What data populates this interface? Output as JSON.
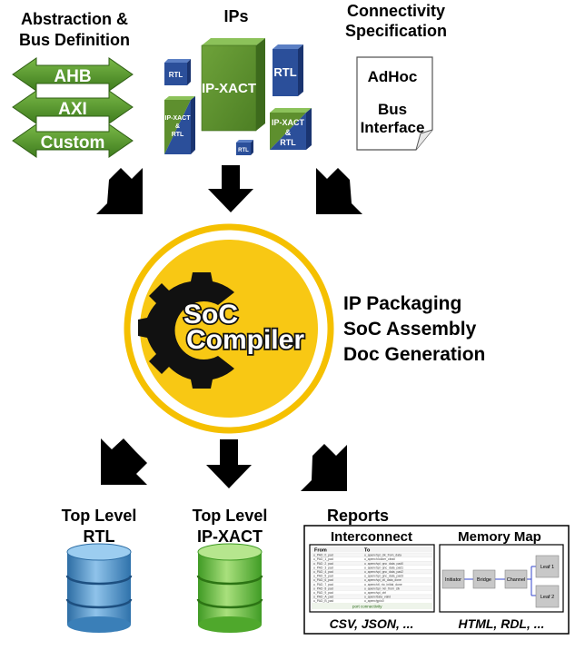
{
  "inputs": {
    "abstraction": {
      "title_line1": "Abstraction &",
      "title_line2": "Bus Definition",
      "buses": [
        "AHB",
        "AXI",
        "Custom"
      ]
    },
    "ips": {
      "title": "IPs",
      "main_block": "IP-XACT",
      "rtl_label": "RTL",
      "mixed_line1": "IP-XACT",
      "mixed_line2": "&",
      "mixed_line3": "RTL"
    },
    "connectivity": {
      "title_line1": "Connectivity",
      "title_line2": "Specification",
      "doc_line1": "AdHoc",
      "doc_line2": "Bus",
      "doc_line3": "Interface"
    }
  },
  "compiler": {
    "logo_line1": "SoC",
    "logo_line2": "Compiler",
    "features": [
      "IP Packaging",
      "SoC Assembly",
      "Doc Generation"
    ],
    "colors": {
      "yellow": "#f8c814",
      "ring": "#f5c000"
    }
  },
  "outputs": {
    "rtl": {
      "line1": "Top Level",
      "line2": "RTL"
    },
    "ipxact": {
      "line1": "Top Level",
      "line2": "IP-XACT"
    },
    "reports": {
      "title": "Reports",
      "interconnect": {
        "title": "Interconnect",
        "col_from": "From",
        "col_to": "To",
        "footer": "CSV, JSON, ...",
        "tab_label": "port connectivity",
        "rows": [
          [
            "u_PAD_0_pad",
            "u_apenr/spi_clk_from_data"
          ],
          [
            "u_PAD_1_pad",
            "u_apenr/clocker_clean"
          ],
          [
            "u_PAD_2_pad",
            "u_apenr/spi_gnc_data_pad0"
          ],
          [
            "u_PAD_3_pad",
            "u_apenr/spi_gnc_data_pad1"
          ],
          [
            "u_PAD_4_pad",
            "u_apenr/spi_gnc_data_pad2"
          ],
          [
            "u_PAD_5_pad",
            "u_apenr/spi_gnc_data_pad3"
          ],
          [
            "u_PAD_6_pad",
            "u_apenr/spi_ctl_data_done"
          ],
          [
            "u_PAD_7_pad",
            "u_apenr/ctl_rto_initial_done"
          ],
          [
            "u_PAD_8_pad",
            "u_apenr/spi_rxn_from_clk"
          ],
          [
            "u_PAD_9_pad",
            "u_apenr/spi_ctrl"
          ],
          [
            "u_PAD_A_pad",
            "u_apenr/data_valid"
          ],
          [
            "u_PAD_B_pad",
            "u_apenr/gpio0"
          ]
        ]
      },
      "memory_map": {
        "title": "Memory Map",
        "footer": "HTML, RDL, ...",
        "nodes": [
          "Initiator",
          "Bridge",
          "Channel",
          "Leaf 1",
          "Leaf 2"
        ]
      }
    }
  },
  "colors": {
    "bus_green": "#5a9a2a",
    "ip_green": "#5e8f2e",
    "rtl_blue": "#2b4f9a",
    "db_blue": "#4f93c8",
    "db_green": "#6cbf44",
    "arrow": "#000000"
  }
}
